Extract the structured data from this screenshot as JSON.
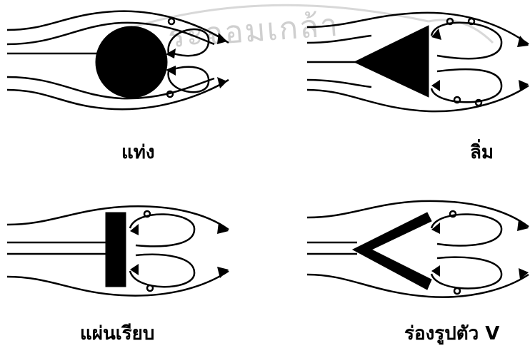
{
  "watermark": {
    "text": "ระจอมเกล้า"
  },
  "panels": [
    {
      "id": "cylinder",
      "caption": "แท่ง"
    },
    {
      "id": "wedge",
      "caption": "ลิ่ม"
    },
    {
      "id": "flat-plate",
      "caption": "แผ่นเรียบ"
    },
    {
      "id": "v-gutter",
      "caption": "ร่องรูปตัว V"
    }
  ]
}
